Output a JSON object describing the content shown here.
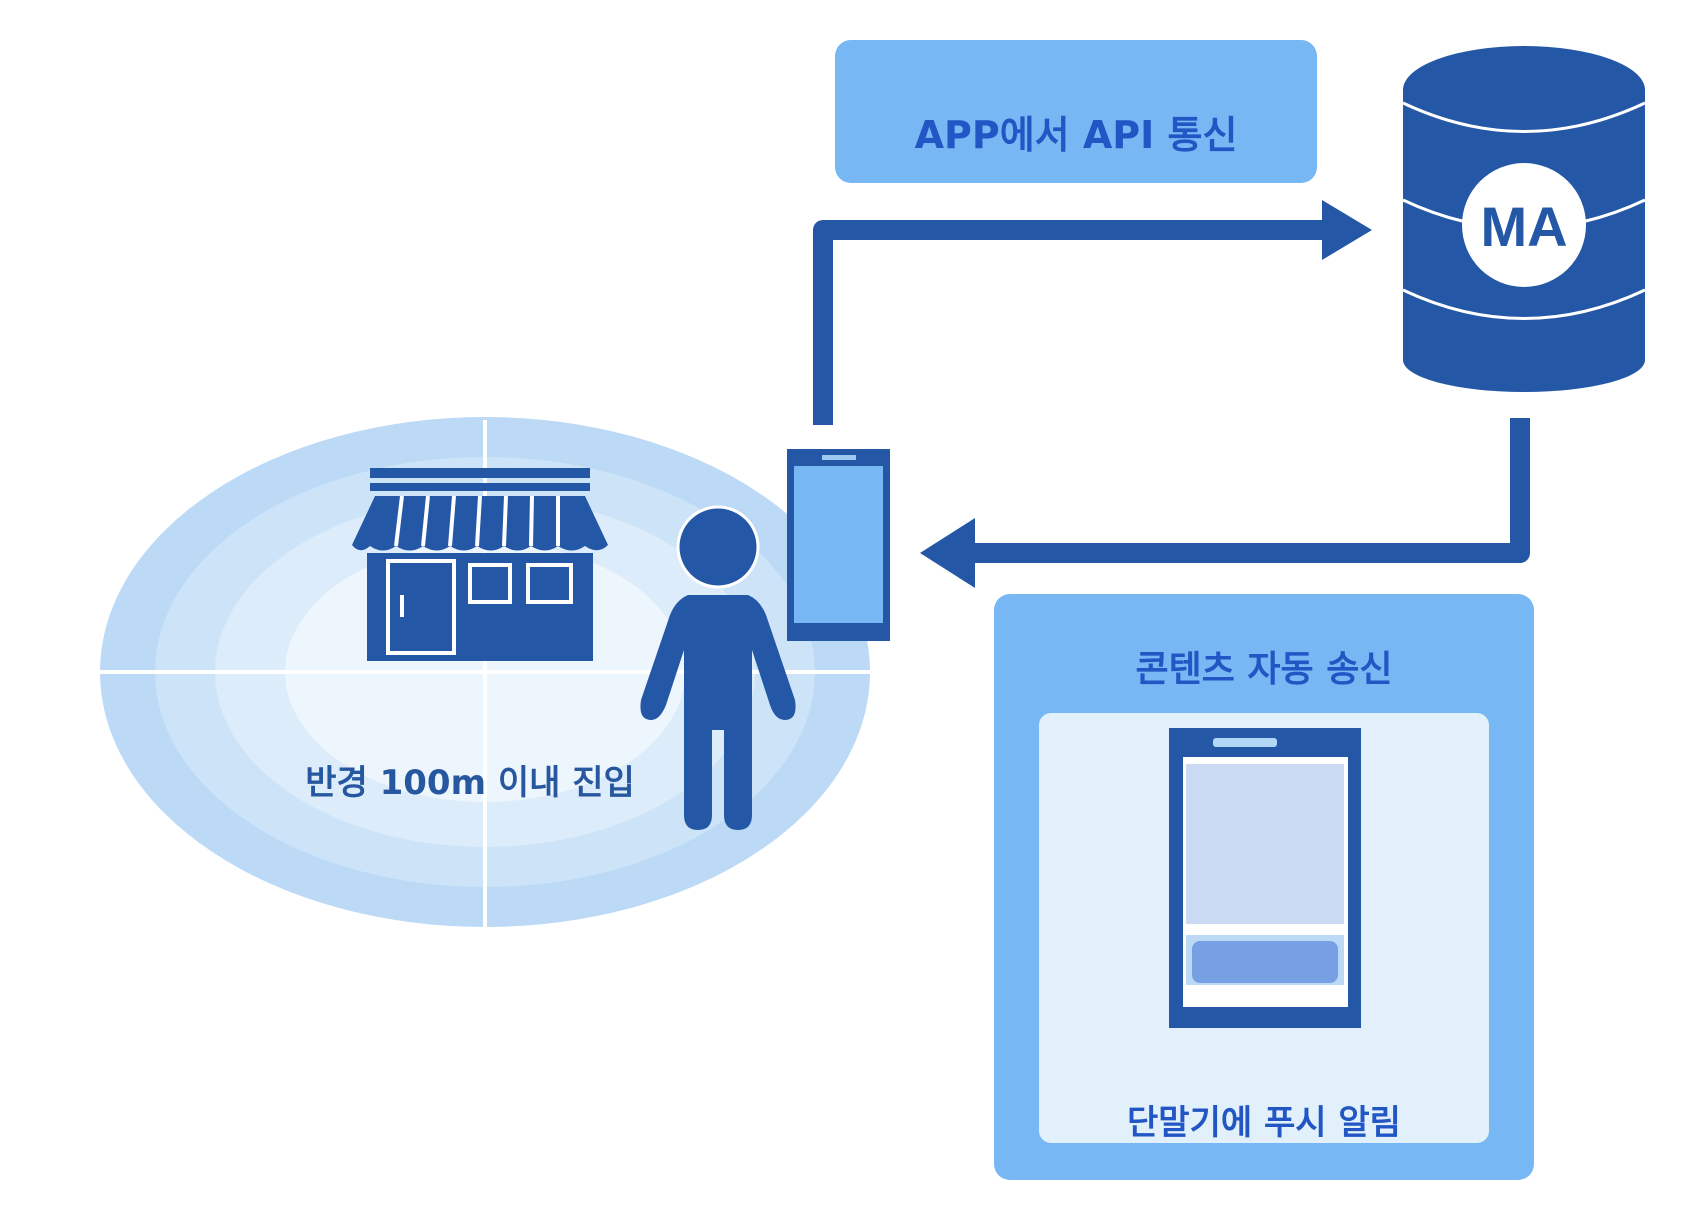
{
  "diagram": {
    "title": "Location-based push flow",
    "colors": {
      "primary": "#2458a6",
      "accent_text": "#2256c4",
      "box_fill": "#77b7f4",
      "inner_fill": "#e1f0fb",
      "radius_ring_outer": "#bcdaf6",
      "radius_ring_inner": "#eef6fd",
      "phone_screen": "#cbdaf3",
      "phone_button": "#779fe3"
    },
    "nodes": {
      "api_box": {
        "label": "APP에서 API 통신"
      },
      "database": {
        "label": "MA",
        "icon": "database-icon"
      },
      "store": {
        "icon": "store-icon"
      },
      "person": {
        "icon": "person-icon"
      },
      "user_phone": {
        "icon": "smartphone-icon"
      },
      "radius_zone": {
        "label": "반경 100m 이내 진입"
      },
      "push_box": {
        "title": "콘텐츠 자동 송신",
        "subtitle": "단말기에 푸시 알림",
        "icon": "push-phone-icon"
      }
    },
    "edges": [
      {
        "from": "user_phone",
        "to": "database",
        "label_ref": "api_box"
      },
      {
        "from": "database",
        "to": "user_phone",
        "label_ref": "push_box"
      }
    ]
  }
}
